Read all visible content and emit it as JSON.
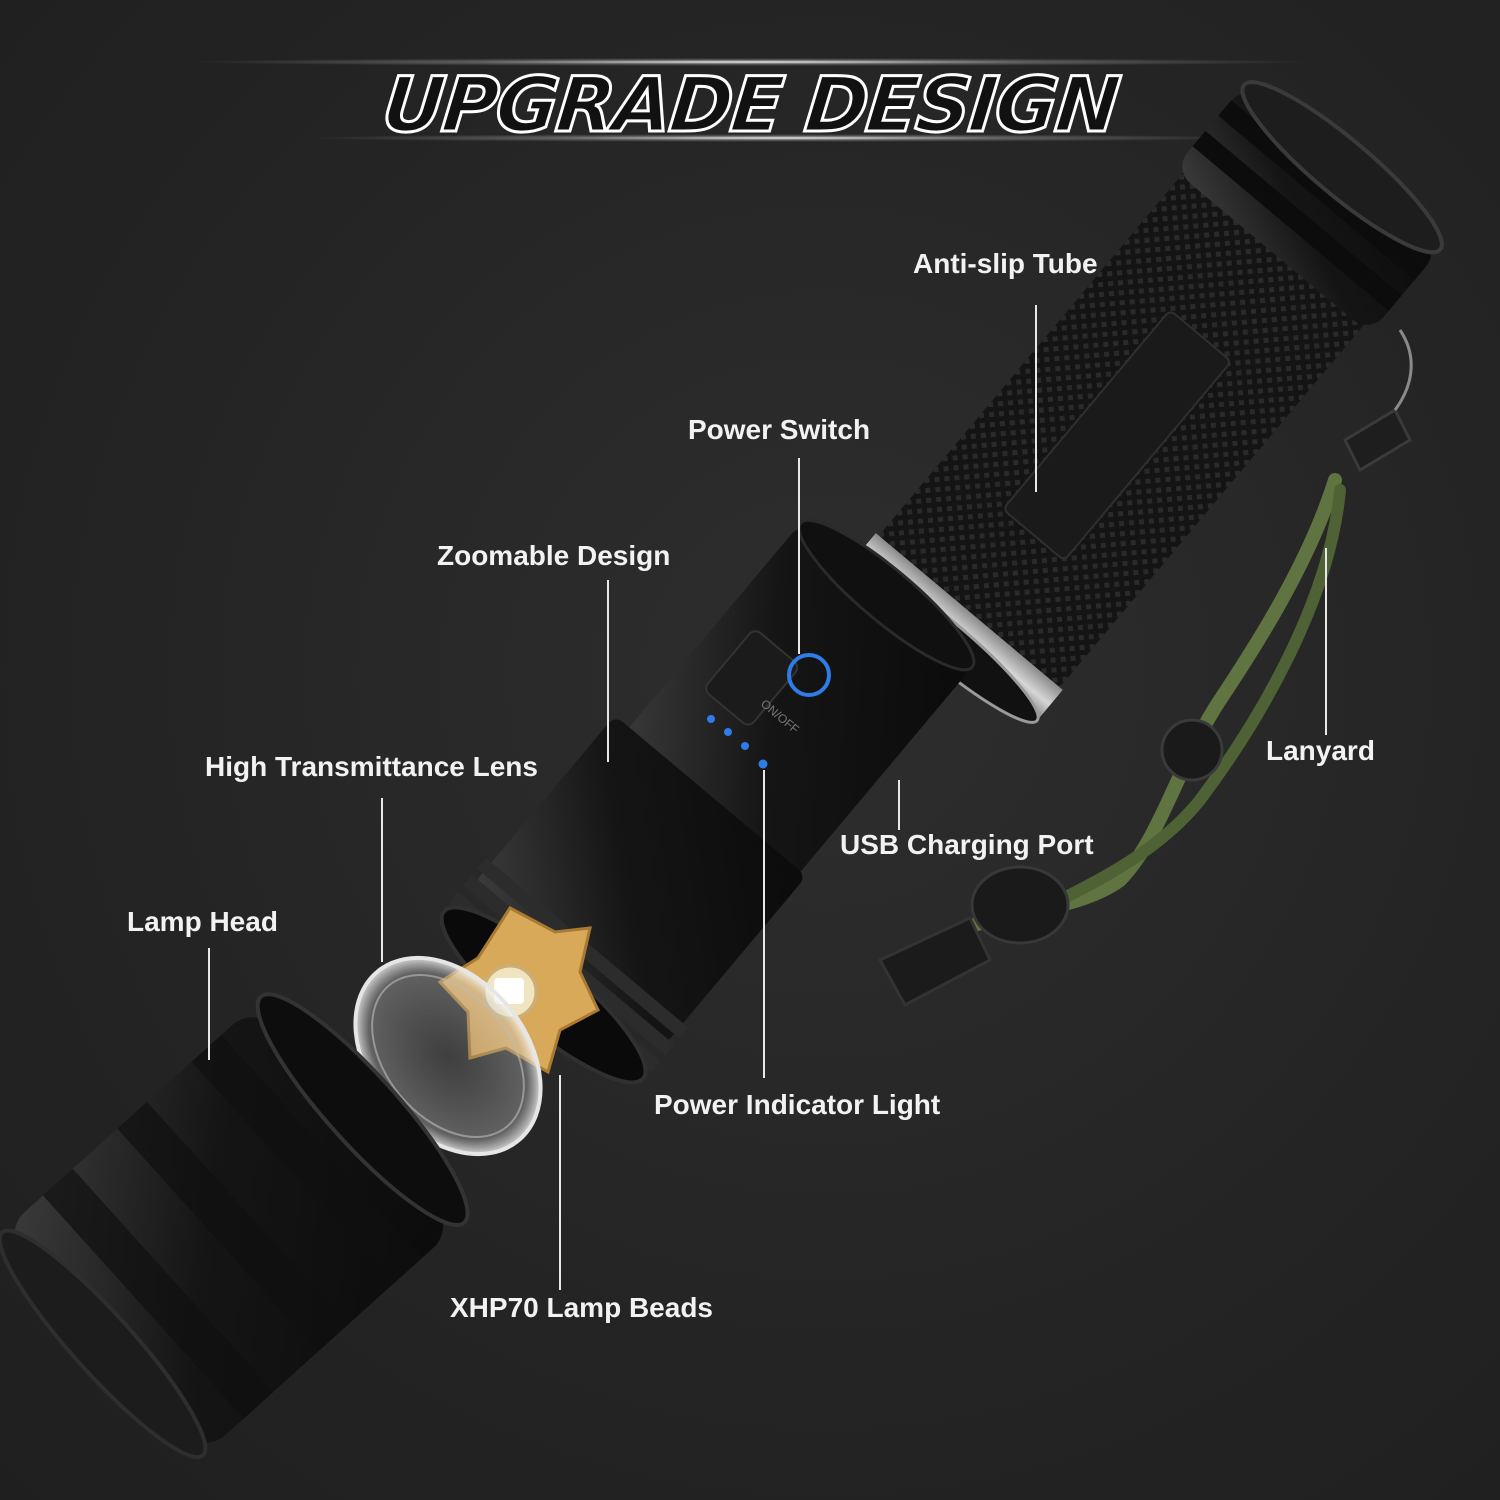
{
  "title": "UPGRADE DESIGN",
  "callouts": {
    "anti_slip_tube": "Anti-slip Tube",
    "power_switch": "Power Switch",
    "zoomable_design": "Zoomable Design",
    "high_transmittance_lens": "High Transmittance Lens",
    "lanyard": "Lanyard",
    "usb_charging_port": "USB Charging Port",
    "lamp_head": "Lamp Head",
    "power_indicator_light": "Power Indicator Light",
    "xhp70_lamp_beads": "XHP70 Lamp Beads"
  },
  "switch_marking": "ON/OFF",
  "colors": {
    "background": "#262626",
    "label_text": "#f2f2f2",
    "indicator_blue": "#2f7be8",
    "lanyard_green": "#5f7440",
    "led_board_gold": "#d9a95a",
    "silver_ring": "#b9b9b9"
  }
}
